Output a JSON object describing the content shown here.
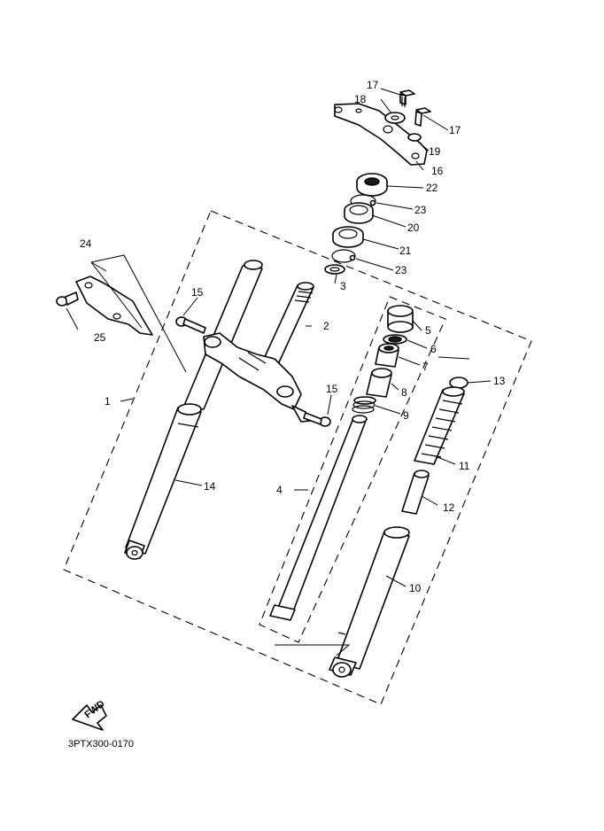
{
  "diagram": {
    "code": "3PTX300-0170",
    "fwd_label": "FWD"
  },
  "callouts": {
    "c1": "1",
    "c2": "2",
    "c3": "3",
    "c4": "4",
    "c5": "5",
    "c6": "6",
    "c7": "7",
    "c8": "8",
    "c9": "9",
    "c10": "10",
    "c11": "11",
    "c12": "12",
    "c13": "13",
    "c14": "14",
    "c15a": "15",
    "c15b": "15",
    "c16": "16",
    "c17a": "17",
    "c17b": "17",
    "c18": "18",
    "c19": "19",
    "c20": "20",
    "c21": "21",
    "c22": "22",
    "c23a": "23",
    "c23b": "23",
    "c24": "24",
    "c25": "25"
  }
}
